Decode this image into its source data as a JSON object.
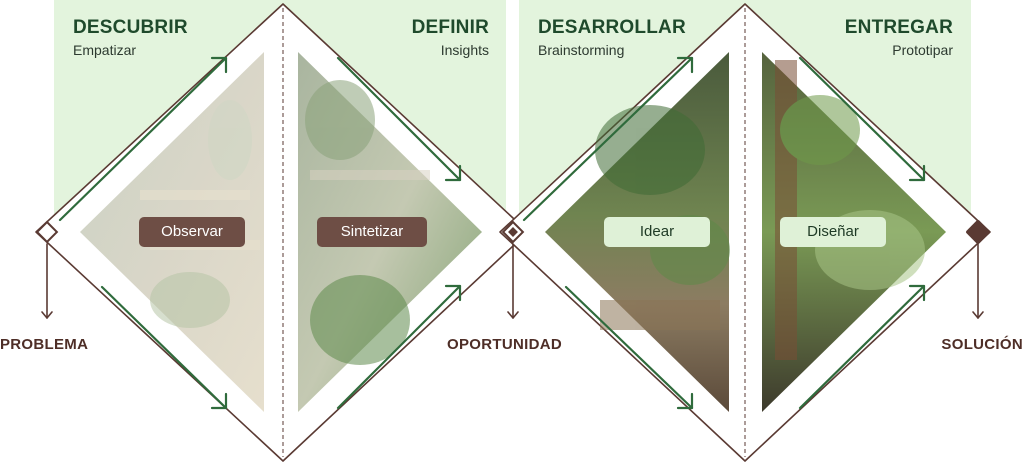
{
  "phases": [
    {
      "title": "DESCUBRIR",
      "subtitle": "Empatizar"
    },
    {
      "title": "DEFINIR",
      "subtitle": "Insights"
    },
    {
      "title": "DESARROLLAR",
      "subtitle": "Brainstorming"
    },
    {
      "title": "ENTREGAR",
      "subtitle": "Prototipar"
    }
  ],
  "activities": [
    "Observar",
    "Sintetizar",
    "Idear",
    "Diseñar"
  ],
  "endpoints": [
    "PROBLEMA",
    "OPORTUNIDAD",
    "SOLUCIÓN"
  ],
  "colors": {
    "band": "#e3f4dd",
    "frame": "#5a3a33",
    "arrow": "#2f6b3c",
    "pill_dark": "#6e4e45",
    "pill_light": "#dff1d7",
    "title": "#1f4a2c",
    "endpoint_text": "#4e2e27"
  },
  "icons": [
    "diamond-node-icon",
    "down-arrow-icon",
    "diagonal-arrow-icon"
  ]
}
